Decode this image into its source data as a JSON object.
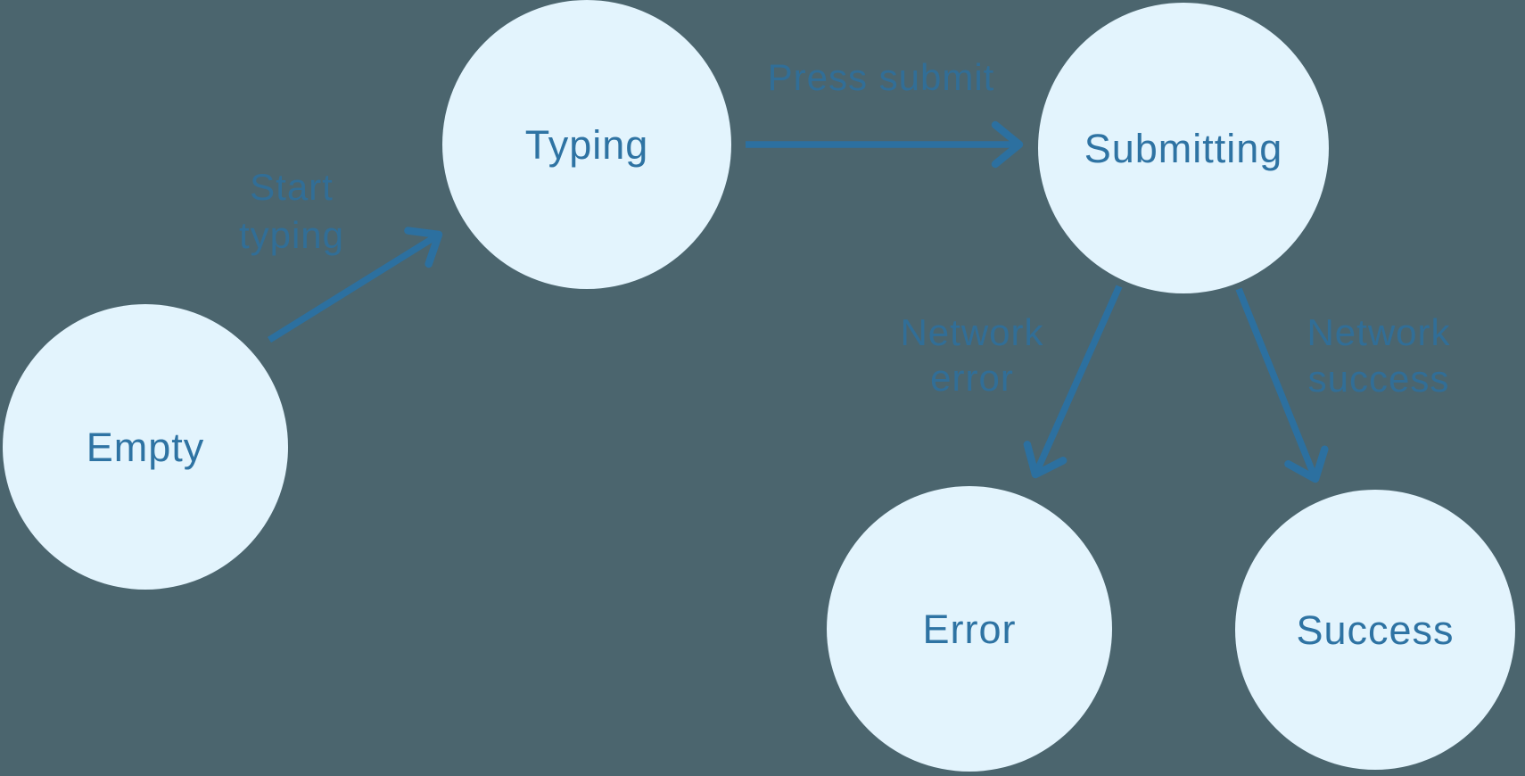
{
  "diagram": {
    "type": "state-machine",
    "colors": {
      "background": "#4b656e",
      "node_fill": "#e3f4fd",
      "node_text": "#2e73a3",
      "arrow": "#2c70a0"
    },
    "nodes": [
      {
        "id": "empty",
        "label": "Empty"
      },
      {
        "id": "typing",
        "label": "Typing"
      },
      {
        "id": "submitting",
        "label": "Submitting"
      },
      {
        "id": "error",
        "label": "Error"
      },
      {
        "id": "success",
        "label": "Success"
      }
    ],
    "edges": [
      {
        "id": "start-typing",
        "from": "Empty",
        "to": "Typing",
        "label": "Start typing",
        "label_lines": [
          "Start",
          "typing"
        ]
      },
      {
        "id": "press-submit",
        "from": "Typing",
        "to": "Submitting",
        "label": "Press submit",
        "label_lines": [
          "Press submit"
        ]
      },
      {
        "id": "network-error",
        "from": "Submitting",
        "to": "Error",
        "label": "Network error",
        "label_lines": [
          "Network",
          "error"
        ]
      },
      {
        "id": "network-success",
        "from": "Submitting",
        "to": "Success",
        "label": "Network success",
        "label_lines": [
          "Network",
          "success"
        ]
      }
    ]
  }
}
